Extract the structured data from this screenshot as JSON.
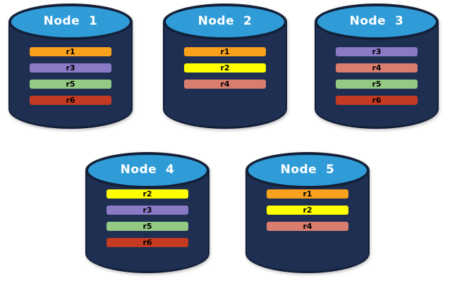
{
  "diagram": {
    "description": "Five database node cylinders showing replica placement",
    "colors": {
      "background": "#FFFFFF",
      "cylinder_body": "#1E2F52",
      "cylinder_outline": "#141F38",
      "cylinder_top": "#2F9CD8",
      "title_text": "#FFFFFF",
      "bar_text": "#000000",
      "replicas": {
        "r1": "#F9A11C",
        "r2": "#FFFF00",
        "r3": "#8A7AC6",
        "r4": "#D97D6E",
        "r5": "#93C983",
        "r6": "#C53A22"
      }
    },
    "nodes": [
      {
        "title": "Node  1",
        "replicas": [
          "r1",
          "r3",
          "r5",
          "r6"
        ]
      },
      {
        "title": "Node  2",
        "replicas": [
          "r1",
          "r2",
          "r4"
        ]
      },
      {
        "title": "Node  3",
        "replicas": [
          "r3",
          "r4",
          "r5",
          "r6"
        ]
      },
      {
        "title": "Node  4",
        "replicas": [
          "r2",
          "r3",
          "r5",
          "r6"
        ]
      },
      {
        "title": "Node  5",
        "replicas": [
          "r1",
          "r2",
          "r4"
        ]
      }
    ]
  }
}
